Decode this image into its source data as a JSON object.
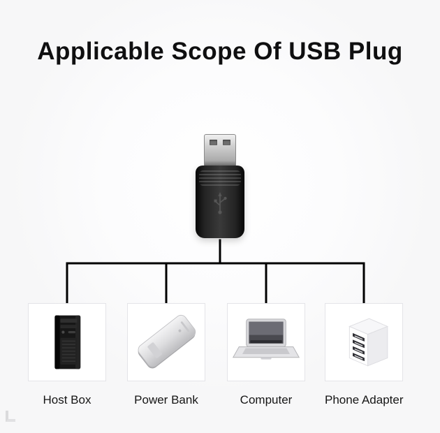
{
  "title": "Applicable Scope Of USB Plug",
  "plug": {
    "icon": "usb-plug-icon"
  },
  "items": [
    {
      "label": "Host Box",
      "icon": "host-box-icon"
    },
    {
      "label": "Power Bank",
      "icon": "power-bank-icon"
    },
    {
      "label": "Computer",
      "icon": "laptop-icon"
    },
    {
      "label": "Phone Adapter",
      "icon": "phone-adapter-icon"
    }
  ],
  "colors": {
    "background": "#f8f8f9",
    "line": "#000000",
    "card_border": "#e4e4e8",
    "card_background": "#ffffff",
    "title_color": "#0f0f10",
    "plug_body": "#1c1c1c"
  }
}
